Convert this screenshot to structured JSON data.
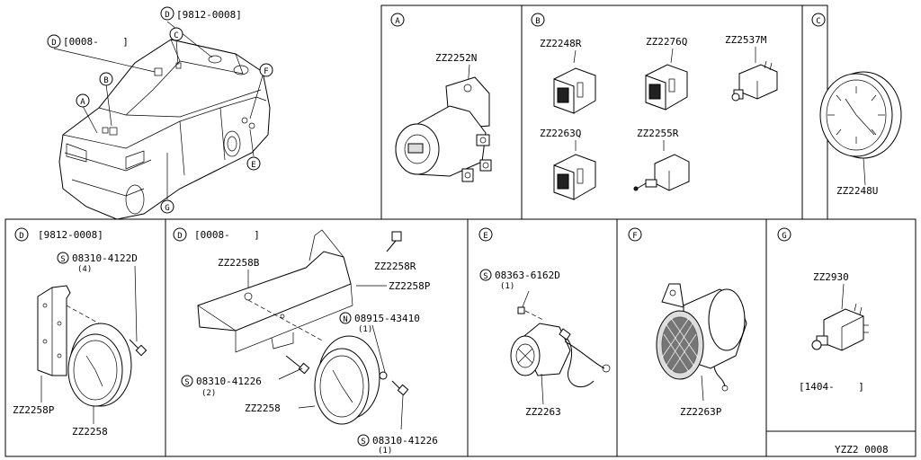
{
  "footer": {
    "code": "YZZ2 0008"
  },
  "overview": {
    "callouts": {
      "A": "A",
      "B": "B",
      "C": "C",
      "D1": "D",
      "D2": "D",
      "E": "E",
      "F": "F",
      "G": "G"
    },
    "d_range_a": "[9812-0008]",
    "d_range_b": "[0008-    ]"
  },
  "panel_a": {
    "letter": "A",
    "part": "ZZ2252N"
  },
  "panel_b": {
    "letter": "B",
    "parts": [
      "ZZ2248R",
      "ZZ2276Q",
      "ZZ2537M",
      "ZZ2263Q",
      "ZZ2255R"
    ]
  },
  "panel_c": {
    "letter": "C",
    "part": "ZZ2248U"
  },
  "panel_d1": {
    "letter": "D",
    "range": "[9812-0008]",
    "screw": "08310-4122D",
    "screw_qty": "(4)",
    "screw_sym": "S",
    "bracket": "ZZ2258P",
    "unit": "ZZ2258"
  },
  "panel_d2": {
    "letter": "D",
    "range": "[0008-    ]",
    "part_b": "ZZ2258B",
    "part_r": "ZZ2258R",
    "part_p": "ZZ2258P",
    "nut": "08915-43410",
    "nut_qty": "(1)",
    "nut_sym": "N",
    "screw_a": "08310-41226",
    "screw_a_qty": "(2)",
    "screw_b": "08310-41226",
    "screw_b_qty": "(1)",
    "screw_sym": "S",
    "unit": "ZZ2258"
  },
  "panel_e": {
    "letter": "E",
    "screw": "08363-6162D",
    "screw_qty": "(1)",
    "screw_sym": "S",
    "part": "ZZ2263"
  },
  "panel_f": {
    "letter": "F",
    "part": "ZZ2263P"
  },
  "panel_g": {
    "letter": "G",
    "part": "ZZ2930",
    "range": "[1404-    ]"
  }
}
